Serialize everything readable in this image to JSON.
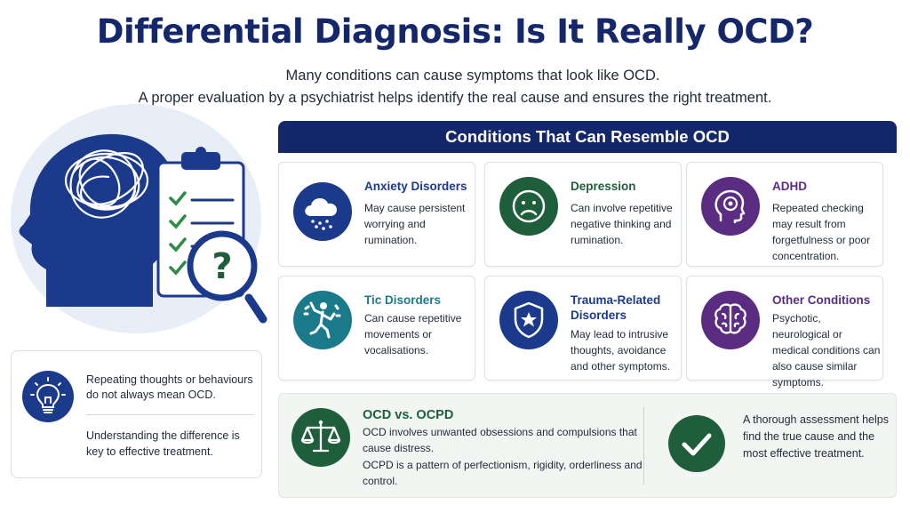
{
  "header": {
    "title": "Differential Diagnosis: Is It Really OCD?",
    "subtitle_line1": "Many conditions can cause symptoms that look like OCD.",
    "subtitle_line2": "A proper evaluation by a psychiatrist helps identify the real cause and ensures the right treatment."
  },
  "note_card": {
    "icon": "lightbulb-icon",
    "text1": "Repeating thoughts or behaviours do not always mean OCD.",
    "text2": "Understanding the difference is key to effective treatment."
  },
  "conditions": {
    "heading": "Conditions That Can Resemble OCD",
    "items": [
      {
        "title": "Anxiety Disorders",
        "body": "May cause persistent worrying and rumination.",
        "icon": "rain-cloud-icon",
        "color": "#1b3a8c"
      },
      {
        "title": "Depression",
        "body": "Can involve repetitive negative thinking and rumination.",
        "icon": "sad-face-icon",
        "color": "#1f5e3a"
      },
      {
        "title": "ADHD",
        "body": "Repeated checking may result from forgetfulness or poor concentration.",
        "icon": "head-gear-icon",
        "color": "#5a2d82"
      },
      {
        "title": "Tic Disorders",
        "body": "Can cause repetitive movements or vocalisations.",
        "icon": "moving-figure-icon",
        "color": "#1b7a8a"
      },
      {
        "title": "Trauma-Related Disorders",
        "body": "May lead to intrusive thoughts, avoidance and other symptoms.",
        "icon": "shield-star-icon",
        "color": "#1b3a8c"
      },
      {
        "title": "Other Conditions",
        "body": "Psychotic, neurological or medical conditions can also cause similar symptoms.",
        "icon": "brain-icon",
        "color": "#5a2d82"
      }
    ]
  },
  "comparison": {
    "title": "OCD vs. OCPD",
    "ocd_text": "OCD involves unwanted obsessions and compulsions that cause distress.",
    "ocpd_text": "OCPD is a pattern of perfectionism, rigidity, orderliness and control.",
    "assessment_text": "A thorough assessment helps find the true cause and the most effective treatment.",
    "icon": "scales-icon",
    "check_icon": "checkmark-icon",
    "color": "#1f5e3a"
  },
  "colors": {
    "navy": "#15276b",
    "blue": "#1b3a8c",
    "green": "#1f5e3a",
    "purple": "#5a2d82",
    "teal": "#1b7a8a"
  }
}
